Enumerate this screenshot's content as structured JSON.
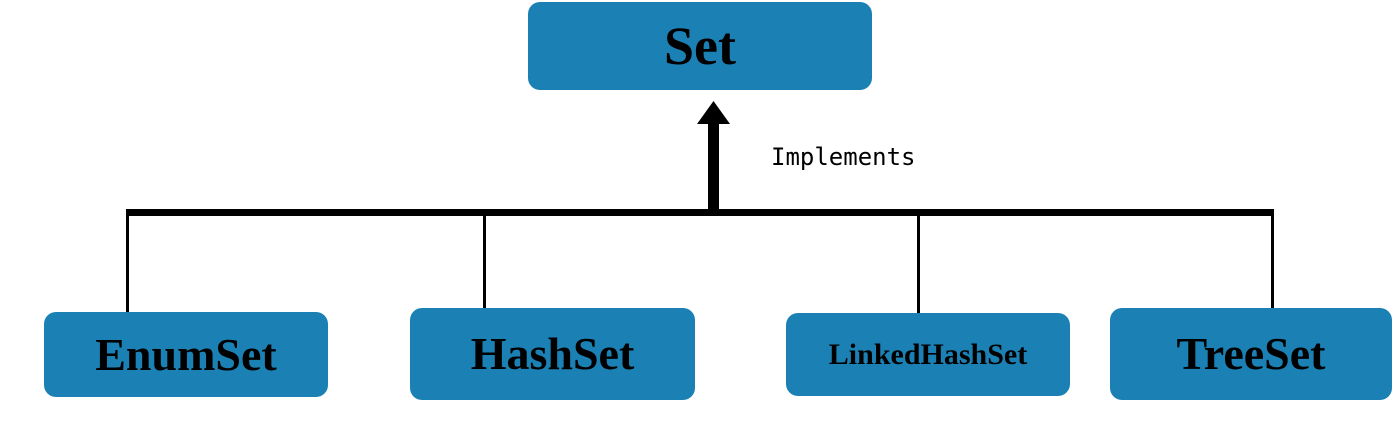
{
  "diagram": {
    "type": "class-hierarchy",
    "title_node": "Set",
    "relationship_label": "Implements",
    "background_color": "#ffffff",
    "node_fill_color": "#1b81b5",
    "node_text_color": "#000000",
    "edge_color": "#000000",
    "parent": {
      "id": "set",
      "label": "Set"
    },
    "children": [
      {
        "id": "enumset",
        "label": "EnumSet"
      },
      {
        "id": "hashset",
        "label": "HashSet"
      },
      {
        "id": "linkedhashset",
        "label": "LinkedHashSet"
      },
      {
        "id": "treeset",
        "label": "TreeSet"
      }
    ],
    "edges": {
      "arrow_name": "implements-arrow-up",
      "bus_name": "inheritance-bus"
    }
  }
}
